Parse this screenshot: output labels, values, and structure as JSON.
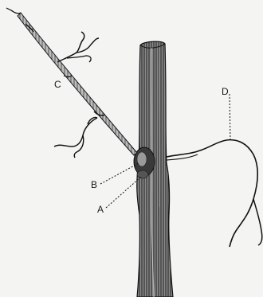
{
  "labels": {
    "c": "C",
    "d": "D",
    "b": "B",
    "a": "A"
  },
  "colors": {
    "background": "#f4f4f2",
    "ink": "#1a1a1a",
    "stem_fill": "#6a6a6a"
  }
}
